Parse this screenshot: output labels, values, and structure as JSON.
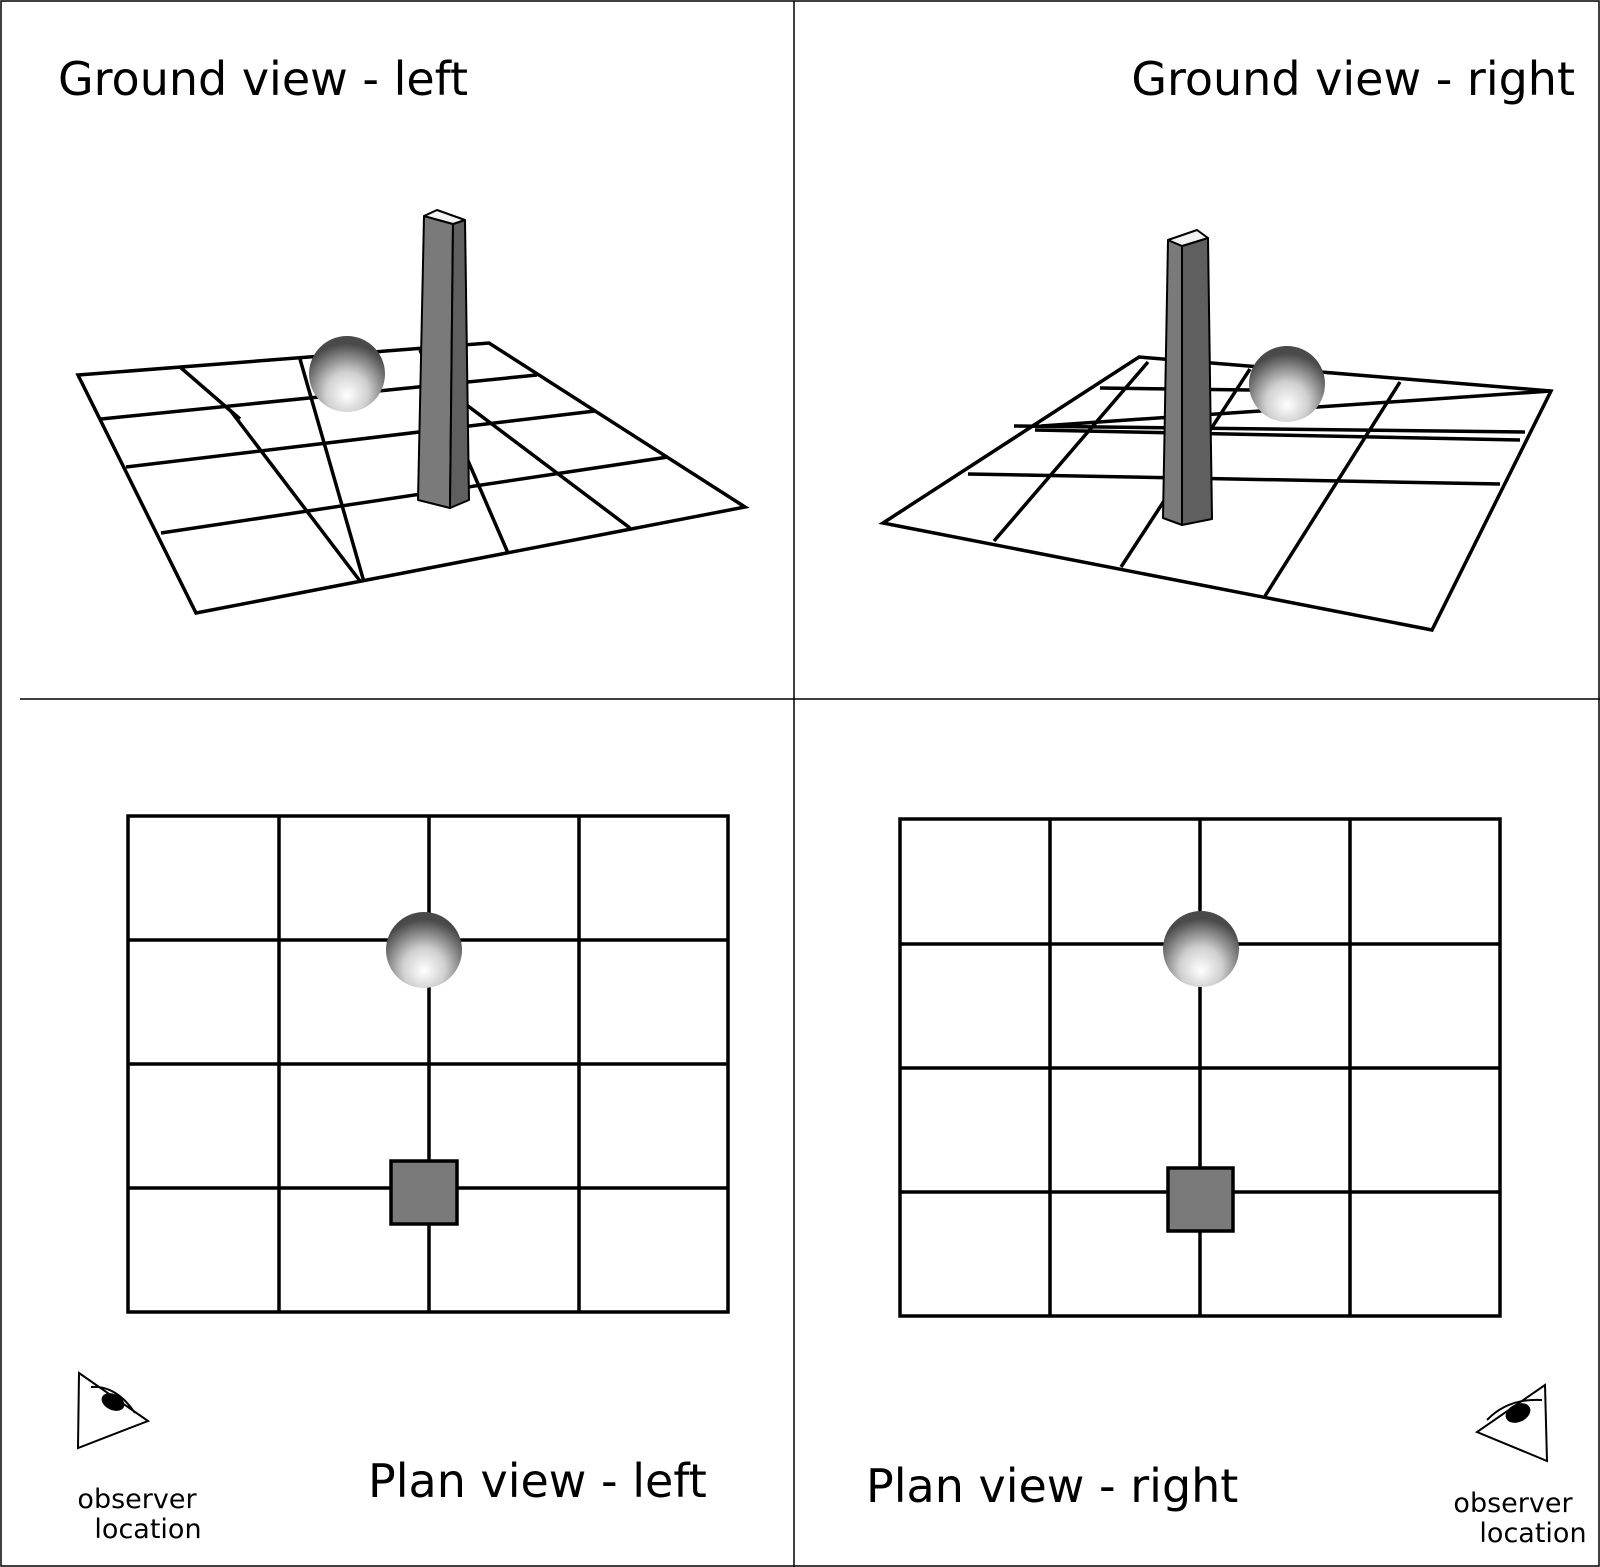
{
  "panels": {
    "ground_left": {
      "title": "Ground view - left"
    },
    "ground_right": {
      "title": "Ground view - right"
    },
    "plan_left": {
      "title": "Plan view - left",
      "observer_line1": "observer",
      "observer_line2": "location"
    },
    "plan_right": {
      "title": "Plan view - right",
      "observer_line1": "observer",
      "observer_line2": "location"
    }
  },
  "objects": {
    "grid": "4x4 grid",
    "sphere": "sphere",
    "pillar": "square pillar",
    "observer": "eye-icon"
  },
  "colors": {
    "pillar_front": "#7a7a7a",
    "pillar_side": "#5f5f5f",
    "pillar_top": "#f2f2f2",
    "sphere_light": "#ffffff",
    "sphere_dark": "#555555",
    "ink": "#000000"
  }
}
